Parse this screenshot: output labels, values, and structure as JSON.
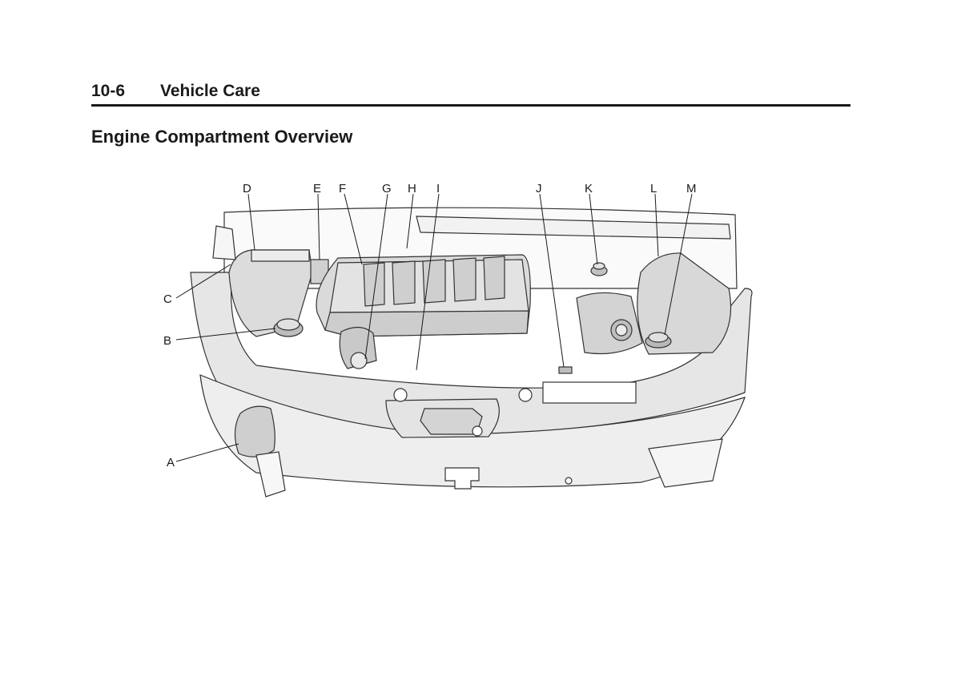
{
  "header": {
    "page_number": "10-6",
    "section": "Vehicle Care"
  },
  "heading": "Engine Compartment Overview",
  "figure": {
    "callouts": [
      "A",
      "B",
      "C",
      "D",
      "E",
      "F",
      "G",
      "H",
      "I",
      "J",
      "K",
      "L",
      "M"
    ]
  }
}
